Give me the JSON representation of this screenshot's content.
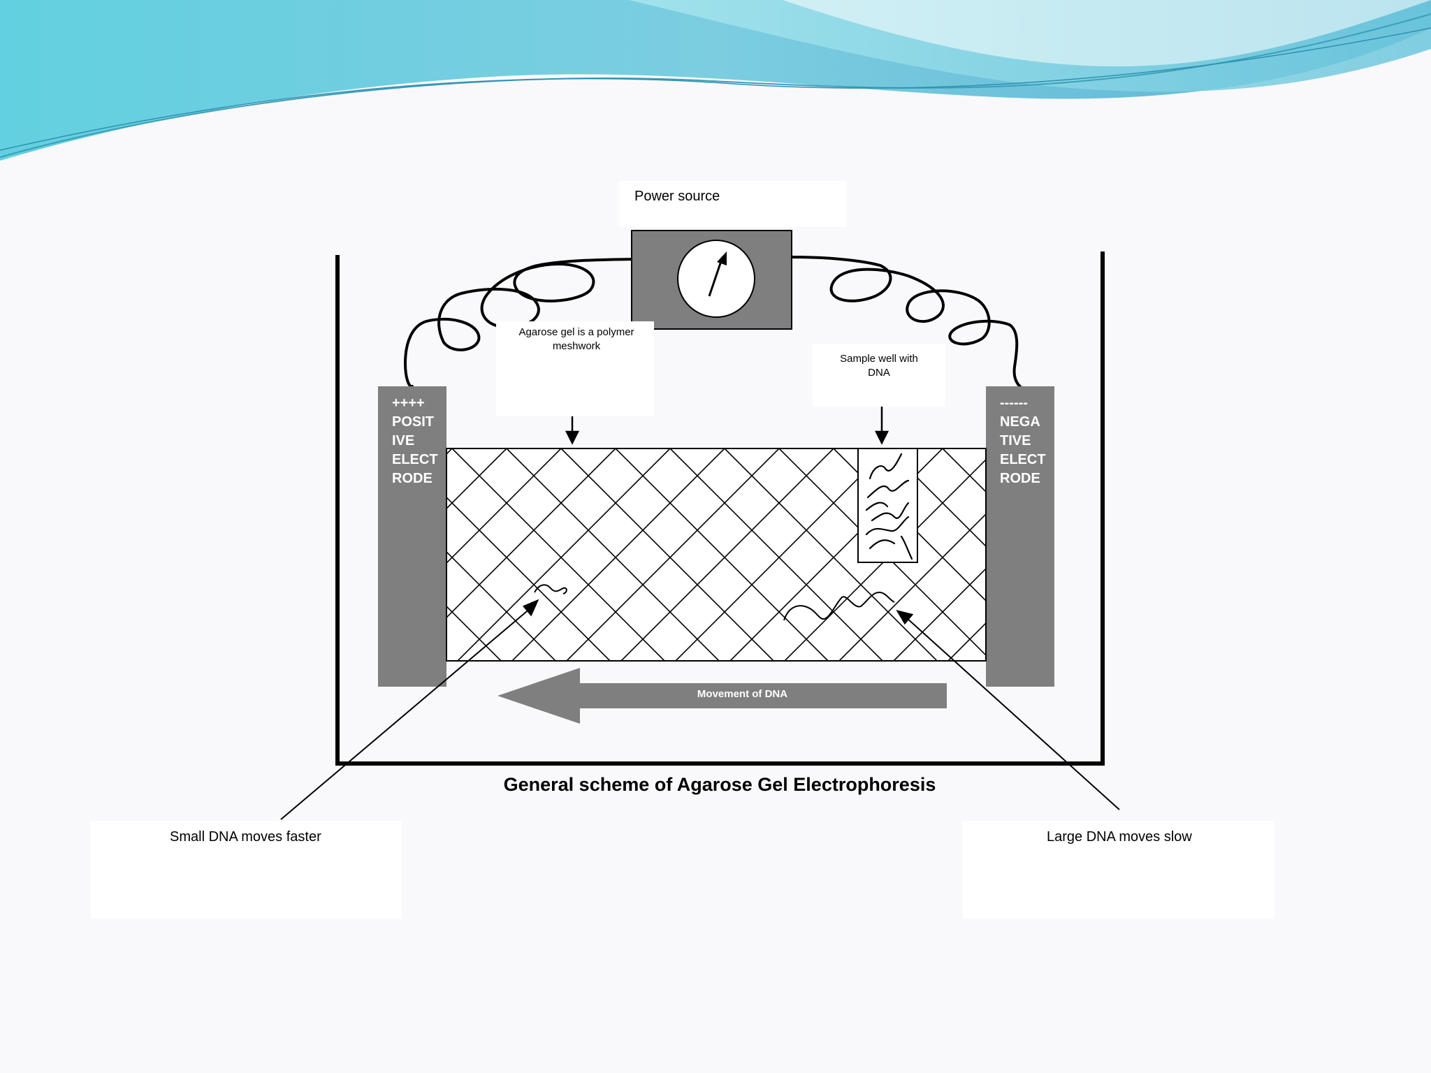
{
  "diagram": {
    "title": "General scheme of Agarose Gel Electrophoresis",
    "power_source_label": "Power source",
    "gel_label": "Agarose gel is a polymer meshwork",
    "gel_label_lines": [
      "Agarose gel is a polymer",
      "meshwork"
    ],
    "well_label_lines": [
      "Sample well with",
      "DNA"
    ],
    "positive_electrode_lines": [
      "++++",
      "POSIT",
      "IVE",
      "ELECT",
      "RODE"
    ],
    "negative_electrode_lines": [
      "------",
      "NEGA",
      "TIVE",
      "ELECT",
      "RODE"
    ],
    "movement_label": "Movement of DNA",
    "small_dna_label": "Small DNA moves faster",
    "large_dna_label": "Large DNA moves slow"
  },
  "colors": {
    "electrode": "#7f7f7f",
    "power_box": "#7f7f7f",
    "arrow": "#7f7f7f",
    "wave_primary": "#5ec9dc",
    "wave_secondary": "#8dd6e4",
    "background": "#f9f9fc"
  },
  "icons": {
    "meter": "dial-gauge-icon"
  }
}
